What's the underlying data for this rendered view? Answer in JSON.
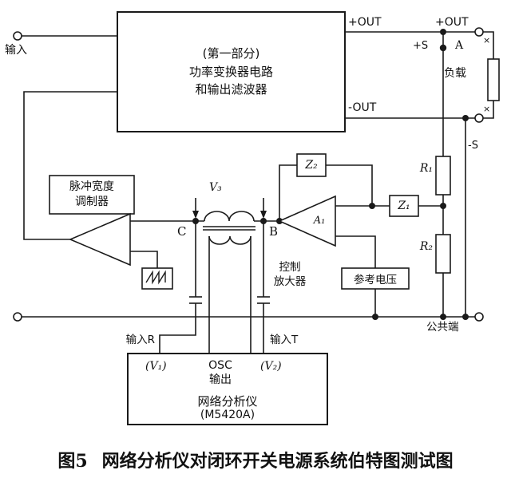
{
  "figure": {
    "input_label": "输入",
    "converter_box": {
      "line1": "(第一部分)",
      "line2": "功率变换器电路",
      "line3": "和输出滤波器"
    },
    "out_pos_label": "+OUT",
    "out_pos_terminal_label": "+OUT",
    "sense_pos_label": "+S",
    "node_a_label": "A",
    "load_label": "负载",
    "out_neg_label": "-OUT",
    "sense_neg_label": "-S",
    "r1_label": "R₁",
    "r2_label": "R₂",
    "z1_label": "Z₁",
    "z2_label": "Z₂",
    "a1_label": "A₁",
    "pwm_box": {
      "line1": "脉冲宽度",
      "line2": "调制器"
    },
    "v3_label": "V₃",
    "point_c_label": "C",
    "point_b_label": "B",
    "ctrl_amp": {
      "line1": "控制",
      "line2": "放大器"
    },
    "ref_box_label": "参考电压",
    "common_label": "公共端",
    "input_r_label": "输入R",
    "input_t_label": "输入T",
    "terminal_x": "×",
    "analyzer_box": {
      "v1": "(V₁)",
      "osc_line1": "OSC",
      "osc_line2": "输出",
      "v2": "(V₂)",
      "name": "网络分析仪",
      "model": "(M5420A)"
    }
  },
  "caption": {
    "prefix": "图5",
    "text": "网络分析仪对闭环开关电源系统伯特图测试图"
  },
  "colors": {
    "line": "#1a1a1a",
    "background": "#ffffff"
  }
}
